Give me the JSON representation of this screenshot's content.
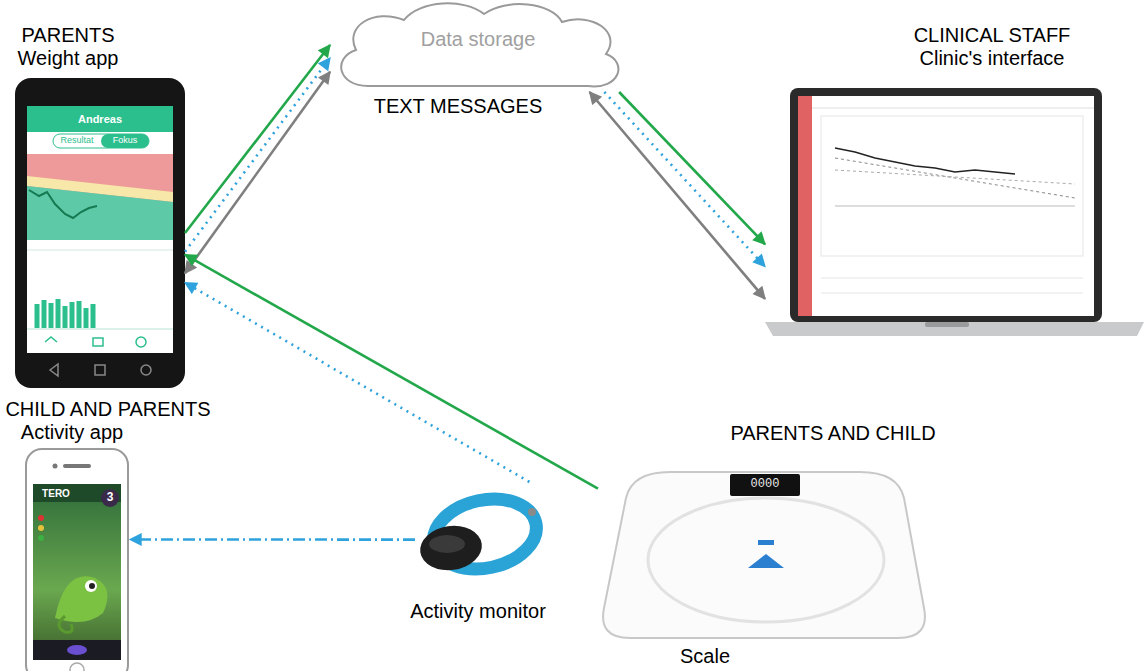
{
  "diagram": {
    "nodes": [
      {
        "text": [
          "PARENTS",
          "Weight app"
        ]
      },
      {
        "text": [
          "Data storage",
          "TEXT MESSAGES"
        ]
      },
      {
        "text": [
          "CLINICAL STAFF",
          "Clinic's interface"
        ]
      },
      {
        "text": [
          "CHILD AND PARENTS",
          "Activity app"
        ]
      },
      {
        "text": [
          "Activity monitor"
        ]
      },
      {
        "text": [
          "PARENTS AND CHILD",
          "Scale"
        ]
      }
    ],
    "edges": [
      {
        "from": 0,
        "to": 1,
        "arrow": "to"
      },
      {
        "from": 0,
        "to": 1,
        "arrow": "to"
      },
      {
        "from": 0,
        "to": 1,
        "arrow": "both"
      },
      {
        "from": 1,
        "to": 2,
        "arrow": "to"
      },
      {
        "from": 1,
        "to": 2,
        "arrow": "to"
      },
      {
        "from": 1,
        "to": 2,
        "arrow": "both"
      },
      {
        "from": 5,
        "to": 0,
        "arrow": "to"
      },
      {
        "from": 4,
        "to": 0,
        "arrow": "to"
      },
      {
        "from": 4,
        "to": 3,
        "arrow": "to"
      }
    ],
    "labels": [
      "Andreas",
      "Resultat",
      "Fokus",
      "TERO",
      "3",
      "0000"
    ]
  }
}
